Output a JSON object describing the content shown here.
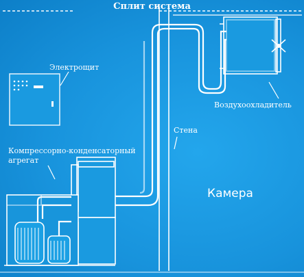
{
  "title": "Сплит система",
  "labels": {
    "panel": "Электрощит",
    "cooler": "Воздухоохладитель",
    "wall": "Стена",
    "condenser_line1": "Компрессорно-конденсаторный",
    "condenser_line2": "агрегат",
    "room": "Камера"
  },
  "colors": {
    "background": "#1592dc",
    "line": "#ffffff"
  }
}
